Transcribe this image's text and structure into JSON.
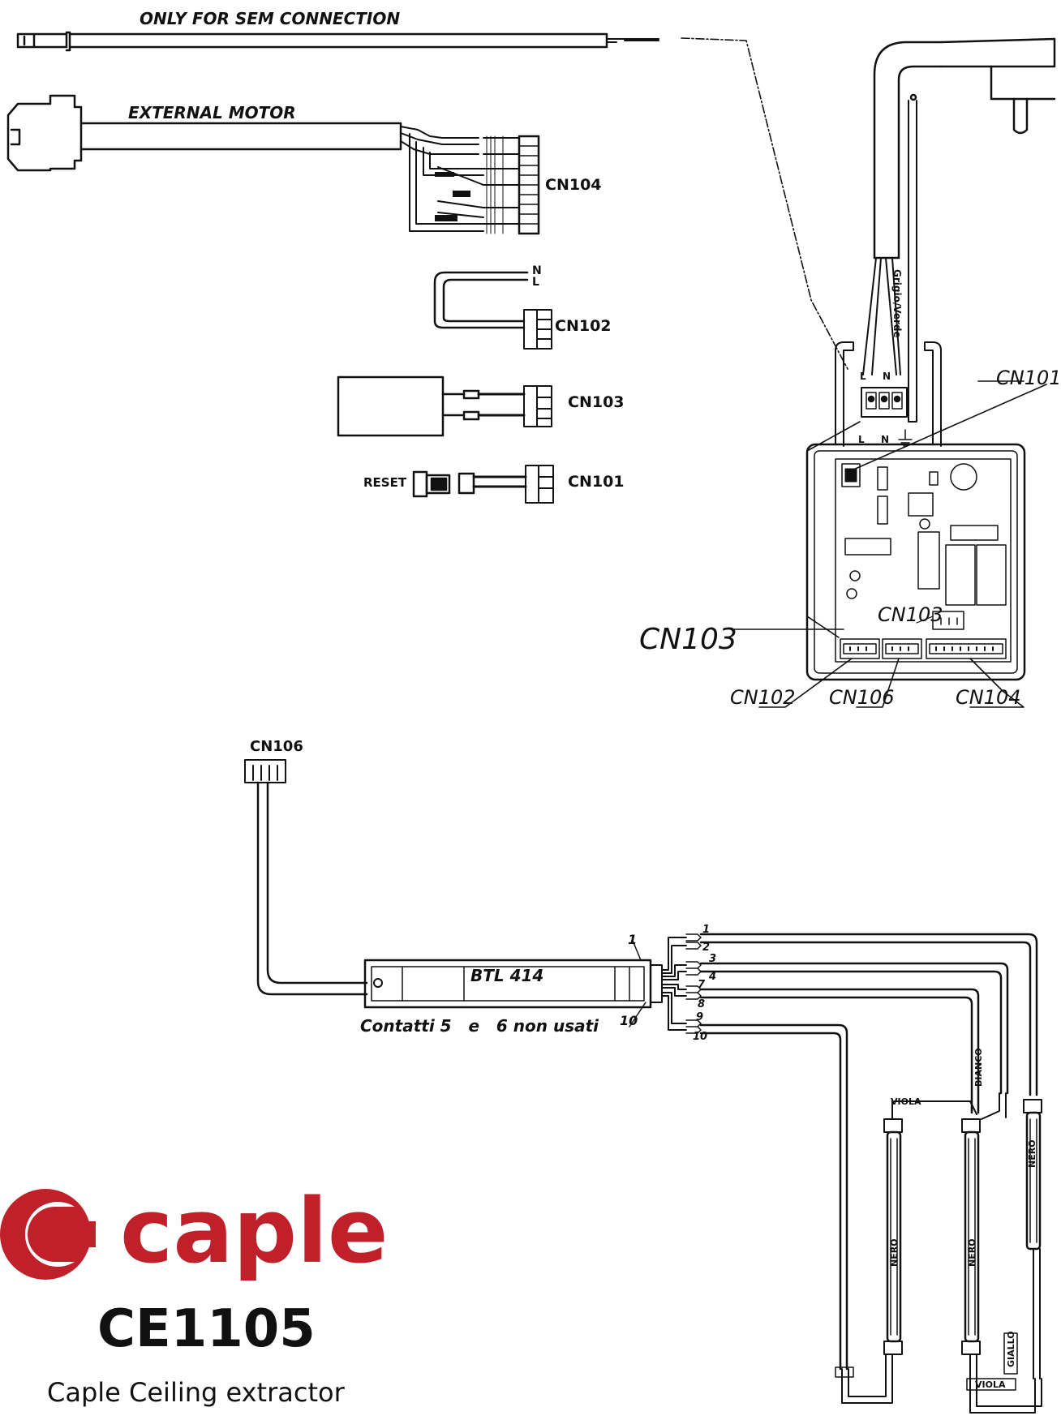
{
  "top_left": {
    "sem_cable_label": "ONLY FOR SEM CONNECTION",
    "motor_cable_label": "EXTERNAL MOTOR",
    "cn104_label": "CN104",
    "n_mark": "N",
    "l_mark": "L",
    "cn102_label": "CN102",
    "cn103_label": "CN103",
    "reset_label": "RESET",
    "cn101_label": "CN101"
  },
  "board": {
    "wire_label": "Grigio/Verde",
    "top_l": "L",
    "top_n": "N",
    "bot_l": "L",
    "bot_n": "N",
    "cn101": "CN101",
    "cn103_inner": "CN103",
    "cn103_callout": "CN103",
    "cn102": "CN102",
    "cn106": "CN106",
    "cn104": "CN104"
  },
  "lower": {
    "cn106_label": "CN106",
    "ballast_label": "BTL 414",
    "ballast_note": "Contatti 5   e   6 non usati",
    "pin_1": "1",
    "pin_10": "10",
    "term_1": "1",
    "term_2": "2",
    "term_3": "3",
    "term_4": "4",
    "term_7": "7",
    "term_8": "8",
    "term_9": "9",
    "term_10": "10",
    "wire_viola_top": "VIOLA",
    "wire_bianco": "BIANCO",
    "wire_nero_right": "NERO",
    "wire_nero_a": "NERO",
    "wire_nero_b": "NERO",
    "wire_giallo": "GIALLO",
    "wire_viola_bottom": "VIOLA"
  },
  "brand": {
    "logo_text": "caple",
    "model": "CE1105",
    "subtitle": "Caple Ceiling extractor",
    "brand_color": "#c0202a"
  }
}
